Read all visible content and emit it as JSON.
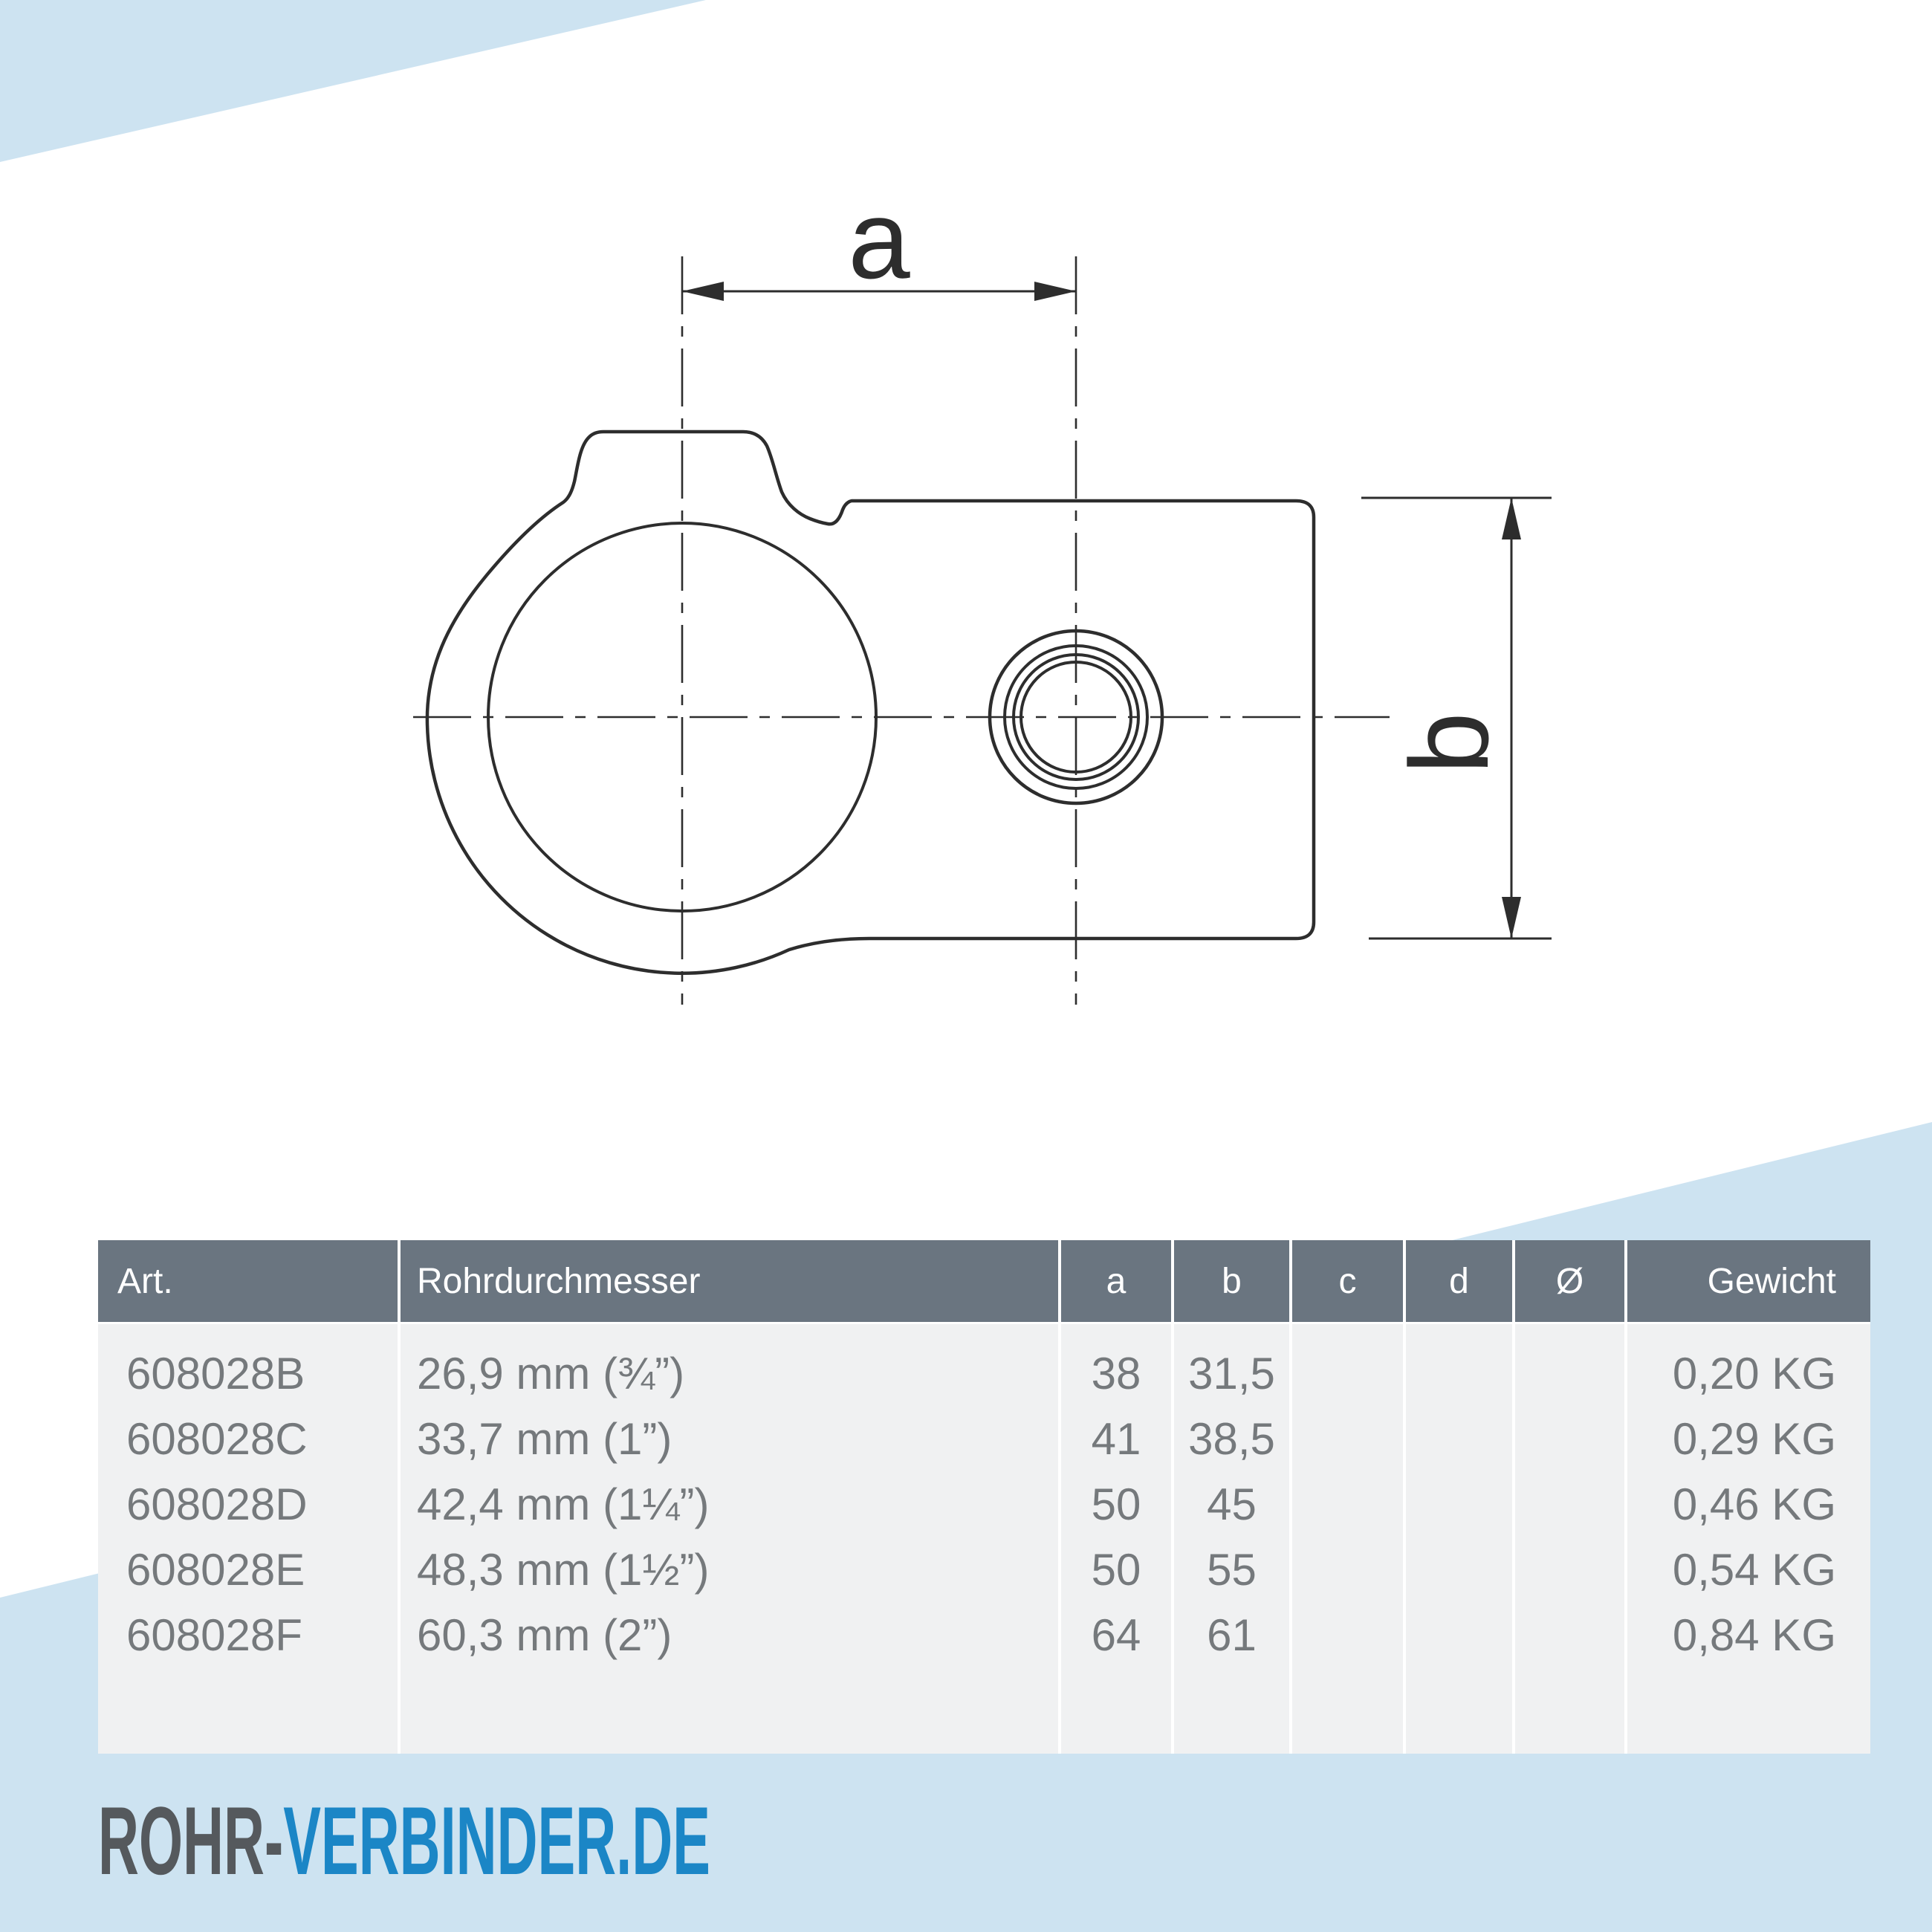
{
  "colors": {
    "accent": "#cde3f1",
    "ink": "#2d2d2d",
    "header_bg": "#6a7580",
    "cell_bg": "#f0f1f2",
    "cell_text": "#75797c",
    "logo_gray": "#55595d",
    "logo_blue": "#1b86c6"
  },
  "drawing": {
    "dim_a_label": "a",
    "dim_b_label": "b"
  },
  "table": {
    "headers": [
      "Art.",
      "Rohrdurchmesser",
      "a",
      "b",
      "c",
      "d",
      "Ø",
      "Gewicht"
    ],
    "rows": [
      {
        "art": "608028B",
        "size": "26,9 mm (¾”)",
        "a": "38",
        "b": "31,5",
        "c": "",
        "d": "",
        "dia": "",
        "wt": "0,20 KG"
      },
      {
        "art": "608028C",
        "size": "33,7 mm (1”)",
        "a": "41",
        "b": "38,5",
        "c": "",
        "d": "",
        "dia": "",
        "wt": "0,29 KG"
      },
      {
        "art": "608028D",
        "size": "42,4 mm (1¼”)",
        "a": "50",
        "b": "45",
        "c": "",
        "d": "",
        "dia": "",
        "wt": "0,46 KG"
      },
      {
        "art": "608028E",
        "size": "48,3 mm (1½”)",
        "a": "50",
        "b": "55",
        "c": "",
        "d": "",
        "dia": "",
        "wt": "0,54 KG"
      },
      {
        "art": "608028F",
        "size": "60,3 mm (2”)",
        "a": "64",
        "b": "61",
        "c": "",
        "d": "",
        "dia": "",
        "wt": "0,84 KG"
      }
    ]
  },
  "logo": {
    "part_gray": "ROHR-",
    "part_blue": "VERBINDER.DE"
  }
}
